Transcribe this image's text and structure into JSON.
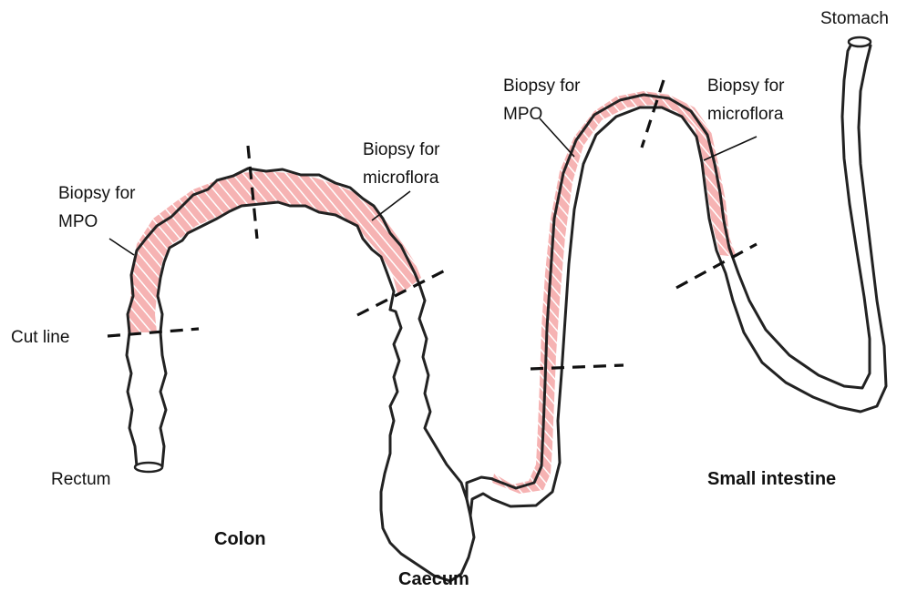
{
  "labels": {
    "stomach": "Stomach",
    "rectum": "Rectum",
    "colon": "Colon",
    "caecum": "Caecum",
    "small_intestine": "Small intestine",
    "cut_line": "Cut line",
    "colon_mpo_line1": "Biopsy for",
    "colon_mpo_line2": "MPO",
    "colon_micro_line1": "Biopsy for",
    "colon_micro_line2": "microflora",
    "si_mpo_line1": "Biopsy for",
    "si_mpo_line2": "MPO",
    "si_micro_line1": "Biopsy for",
    "si_micro_line2": "microflora"
  },
  "colors": {
    "biopsy_fill": "#f6b3b3",
    "biopsy_hatch": "#ffffff",
    "outline": "#222222"
  }
}
